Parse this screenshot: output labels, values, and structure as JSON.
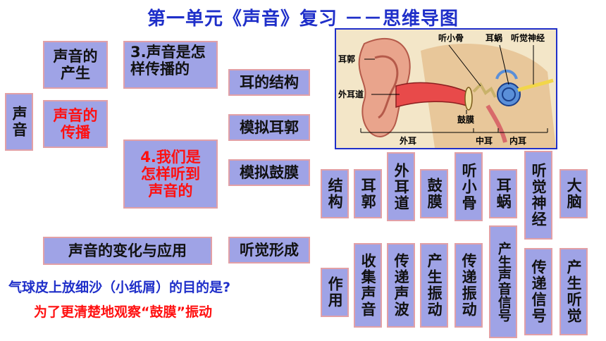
{
  "title": "第一单元《声音》复习 －－思维导图",
  "root": "声音",
  "branches": {
    "production": "声音的产生",
    "propagation": "声音的传播",
    "change": "声音的变化与应用"
  },
  "questions": {
    "q3": "3.声音是怎样传播的",
    "q4": "4.我们是怎样听到声音的"
  },
  "activities": {
    "ear_structure": "耳的结构",
    "model_auricle": "模拟耳郭",
    "model_eardrum": "模拟鼓膜",
    "hearing_formation": "听觉形成"
  },
  "diagram": {
    "labels": {
      "auricle": "耳郭",
      "ear_canal": "外耳道",
      "ossicles": "听小骨",
      "cochlea": "耳蜗",
      "auditory_nerve": "听觉神经",
      "eardrum": "鼓膜",
      "outer_ear": "外耳",
      "middle_ear": "中耳",
      "inner_ear": "内耳"
    }
  },
  "table": {
    "row_header_structure": "结构",
    "row_header_function": "作用",
    "structures": [
      "耳郭",
      "外耳道",
      "鼓膜",
      "听小骨",
      "耳蜗",
      "听觉神经",
      "大脑"
    ],
    "functions": [
      "收集声音",
      "传递声波",
      "产生振动",
      "传递振动",
      "产生声音信号",
      "传递信号",
      "产生听觉"
    ]
  },
  "question_text": "气球皮上放细沙（小纸屑）的目的是?",
  "answer_text": "为了更清楚地观察“鼓膜”振动",
  "colors": {
    "box_fill": "#9fa3e6",
    "box_border": "#e2a0a6",
    "title": "#1f2fc9",
    "highlight": "#ff1010"
  }
}
